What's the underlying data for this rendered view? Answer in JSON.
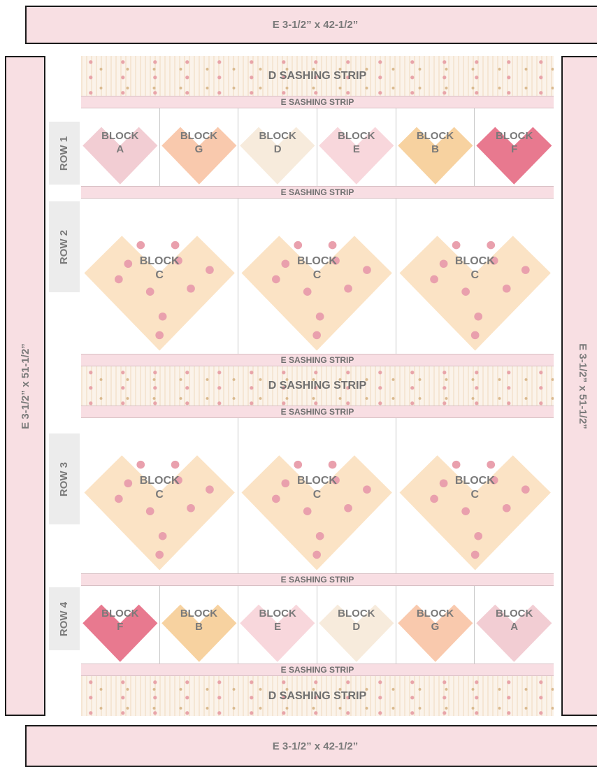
{
  "borders": {
    "top": "E 3-1/2” x 42-1/2”",
    "bottom": "E 3-1/2” x 42-1/2”",
    "left": "E 3-1/2” x 51-1/2”",
    "right": "E 3-1/2” x 51-1/2”"
  },
  "strips": {
    "d_label": "D SASHING STRIP",
    "e_label": "E SASHING STRIP"
  },
  "rows": [
    {
      "label": "ROW 1",
      "blocks": [
        {
          "word": "BLOCK",
          "letter": "A",
          "fabric": "lace-pink"
        },
        {
          "word": "BLOCK",
          "letter": "G",
          "fabric": "peach"
        },
        {
          "word": "BLOCK",
          "letter": "D",
          "fabric": "stripe"
        },
        {
          "word": "BLOCK",
          "letter": "E",
          "fabric": "light-pink"
        },
        {
          "word": "BLOCK",
          "letter": "B",
          "fabric": "gold"
        },
        {
          "word": "BLOCK",
          "letter": "F",
          "fabric": "rose"
        }
      ]
    },
    {
      "label": "ROW 2",
      "blocks": [
        {
          "word": "BLOCK",
          "letter": "C",
          "fabric": "floral"
        },
        {
          "word": "BLOCK",
          "letter": "C",
          "fabric": "floral"
        },
        {
          "word": "BLOCK",
          "letter": "C",
          "fabric": "floral"
        }
      ]
    },
    {
      "label": "ROW 3",
      "blocks": [
        {
          "word": "BLOCK",
          "letter": "C",
          "fabric": "floral"
        },
        {
          "word": "BLOCK",
          "letter": "C",
          "fabric": "floral"
        },
        {
          "word": "BLOCK",
          "letter": "C",
          "fabric": "floral"
        }
      ]
    },
    {
      "label": "ROW 4",
      "blocks": [
        {
          "word": "BLOCK",
          "letter": "F",
          "fabric": "rose"
        },
        {
          "word": "BLOCK",
          "letter": "B",
          "fabric": "gold"
        },
        {
          "word": "BLOCK",
          "letter": "E",
          "fabric": "light-pink"
        },
        {
          "word": "BLOCK",
          "letter": "D",
          "fabric": "stripe"
        },
        {
          "word": "BLOCK",
          "letter": "G",
          "fabric": "peach"
        },
        {
          "word": "BLOCK",
          "letter": "A",
          "fabric": "lace-pink"
        }
      ]
    }
  ],
  "fabric_colors": {
    "lace-pink": "#f2cdd3",
    "peach": "#f9c9ad",
    "stripe": "#f7ebdc",
    "light-pink": "#f8d7dc",
    "gold": "#f7d2a0",
    "rose": "#e8798f",
    "floral": "#fbe3c5"
  }
}
